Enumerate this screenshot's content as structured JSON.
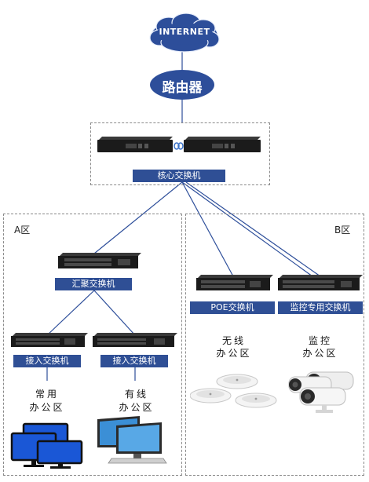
{
  "internet": "INTERNET",
  "router": "路由器",
  "core_switch": "核心交换机",
  "zone_a": {
    "title": "A区",
    "aggregation_switch": "汇聚交换机",
    "access_switch_1": "接入交换机",
    "access_switch_2": "接入交换机",
    "office_1": [
      "常用",
      "办公区"
    ],
    "office_2": [
      "有线",
      "办公区"
    ]
  },
  "zone_b": {
    "title": "B区",
    "poe_switch": "POE交换机",
    "monitor_switch": "监控专用交换机",
    "wireless": [
      "无线",
      "办公区"
    ],
    "monitor": [
      "监控",
      "办公区"
    ]
  },
  "colors": {
    "label_bg": "#2f4f95",
    "cloud": "#2d4e9a",
    "link": "#2d4e9a",
    "switch_body": "#1b1b1b",
    "dashed_border": "#8a8a8a"
  }
}
